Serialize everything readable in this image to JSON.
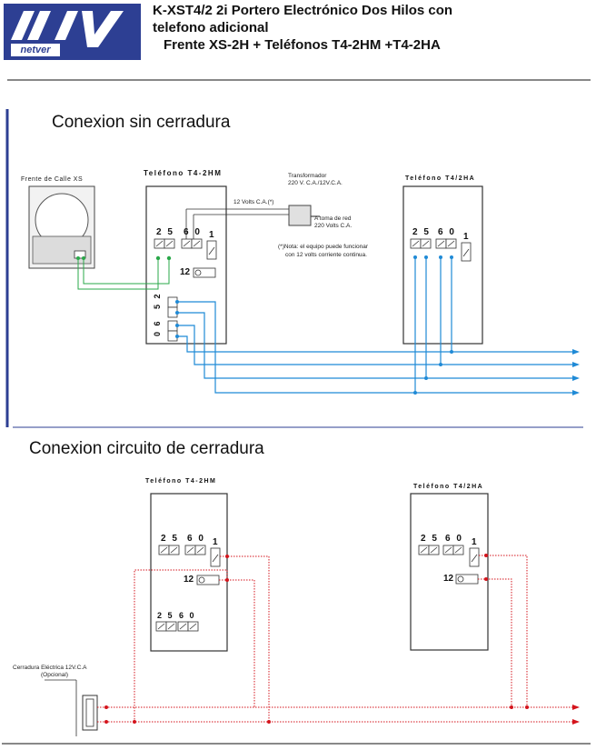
{
  "header": {
    "brand": "netver",
    "logo_icon": "netver-logo-icon",
    "title_line1": "K-XST4/2 2i Portero Electrónico Dos Hilos con",
    "title_line2": "telefono adicional",
    "title_line3": "Frente XS-2H + Teléfonos T4-2HM +T4-2HA"
  },
  "section1": {
    "title": "Conexion sin cerradura",
    "street_panel_label": "Frente de Calle XS",
    "phone_main_label": "Teléfono T4-2HM",
    "phone_add_label": "Teléfono T4/2HA",
    "terminals_25": "2 5",
    "terminals_60": "6 0",
    "terminal_1": "1",
    "terminal_12": "12",
    "terminal_52": "5 2",
    "terminal_06": "0 6",
    "transformer_title_line1": "Transformador",
    "transformer_title_line2": "220 V. C.A./12V.C.A.",
    "volts_label": "12 Volts C.A.(*)",
    "mains_line1": "A toma de red",
    "mains_line2": "220 Volts C.A.",
    "note_line1": "(*)Nota: el equipo puede funcionar",
    "note_line2": "con 12 volts corriente continua."
  },
  "section2": {
    "title": "Conexion circuito de cerradura",
    "phone_main_label": "Teléfono T4-2HM",
    "phone_add_label": "Teléfono T4/2HA",
    "terminals_25": "2 5",
    "terminals_60": "6 0",
    "terminal_1": "1",
    "terminal_12": "12",
    "lock_label_line1": "Cerradura Eléctrica 12V.C.A",
    "lock_label_line2": "(Opcional)"
  },
  "colors": {
    "brand_blue": "#2d3f93",
    "wire_blue": "#1f8ad6",
    "wire_green": "#2aa84a",
    "wire_red": "#d4141c",
    "frame_blue": "#2d3f93"
  }
}
